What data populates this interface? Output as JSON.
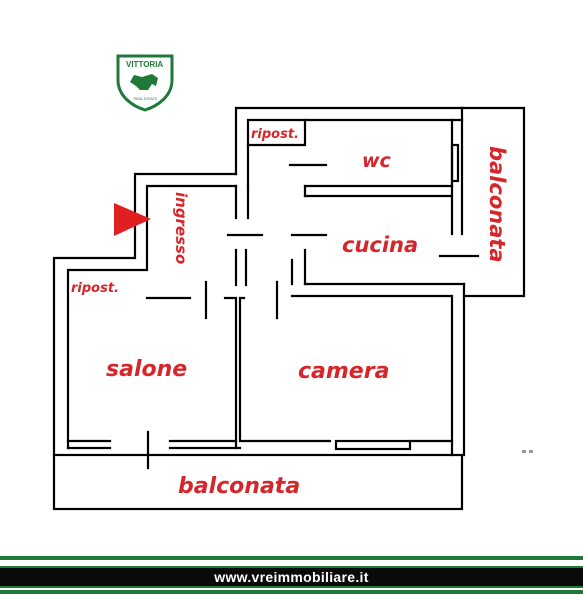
{
  "logo": {
    "text": "VITTORIA",
    "sub": "REAL ESTATE",
    "color": "#1f7a3a"
  },
  "rooms": {
    "wc": "wc",
    "ripost_top": "ripost.",
    "ripost_left": "ripost.",
    "ingresso": "ingresso",
    "cucina": "cucina",
    "salone": "salone",
    "camera": "camera",
    "balconata_right": "balconata",
    "balconata_bottom": "balconata"
  },
  "footer": {
    "url": "www.vreimmobiliare.it"
  },
  "colors": {
    "label": "#d6262b",
    "wall": "#000000",
    "entry_arrow": "#e02020",
    "brand": "#1f7a3a"
  }
}
